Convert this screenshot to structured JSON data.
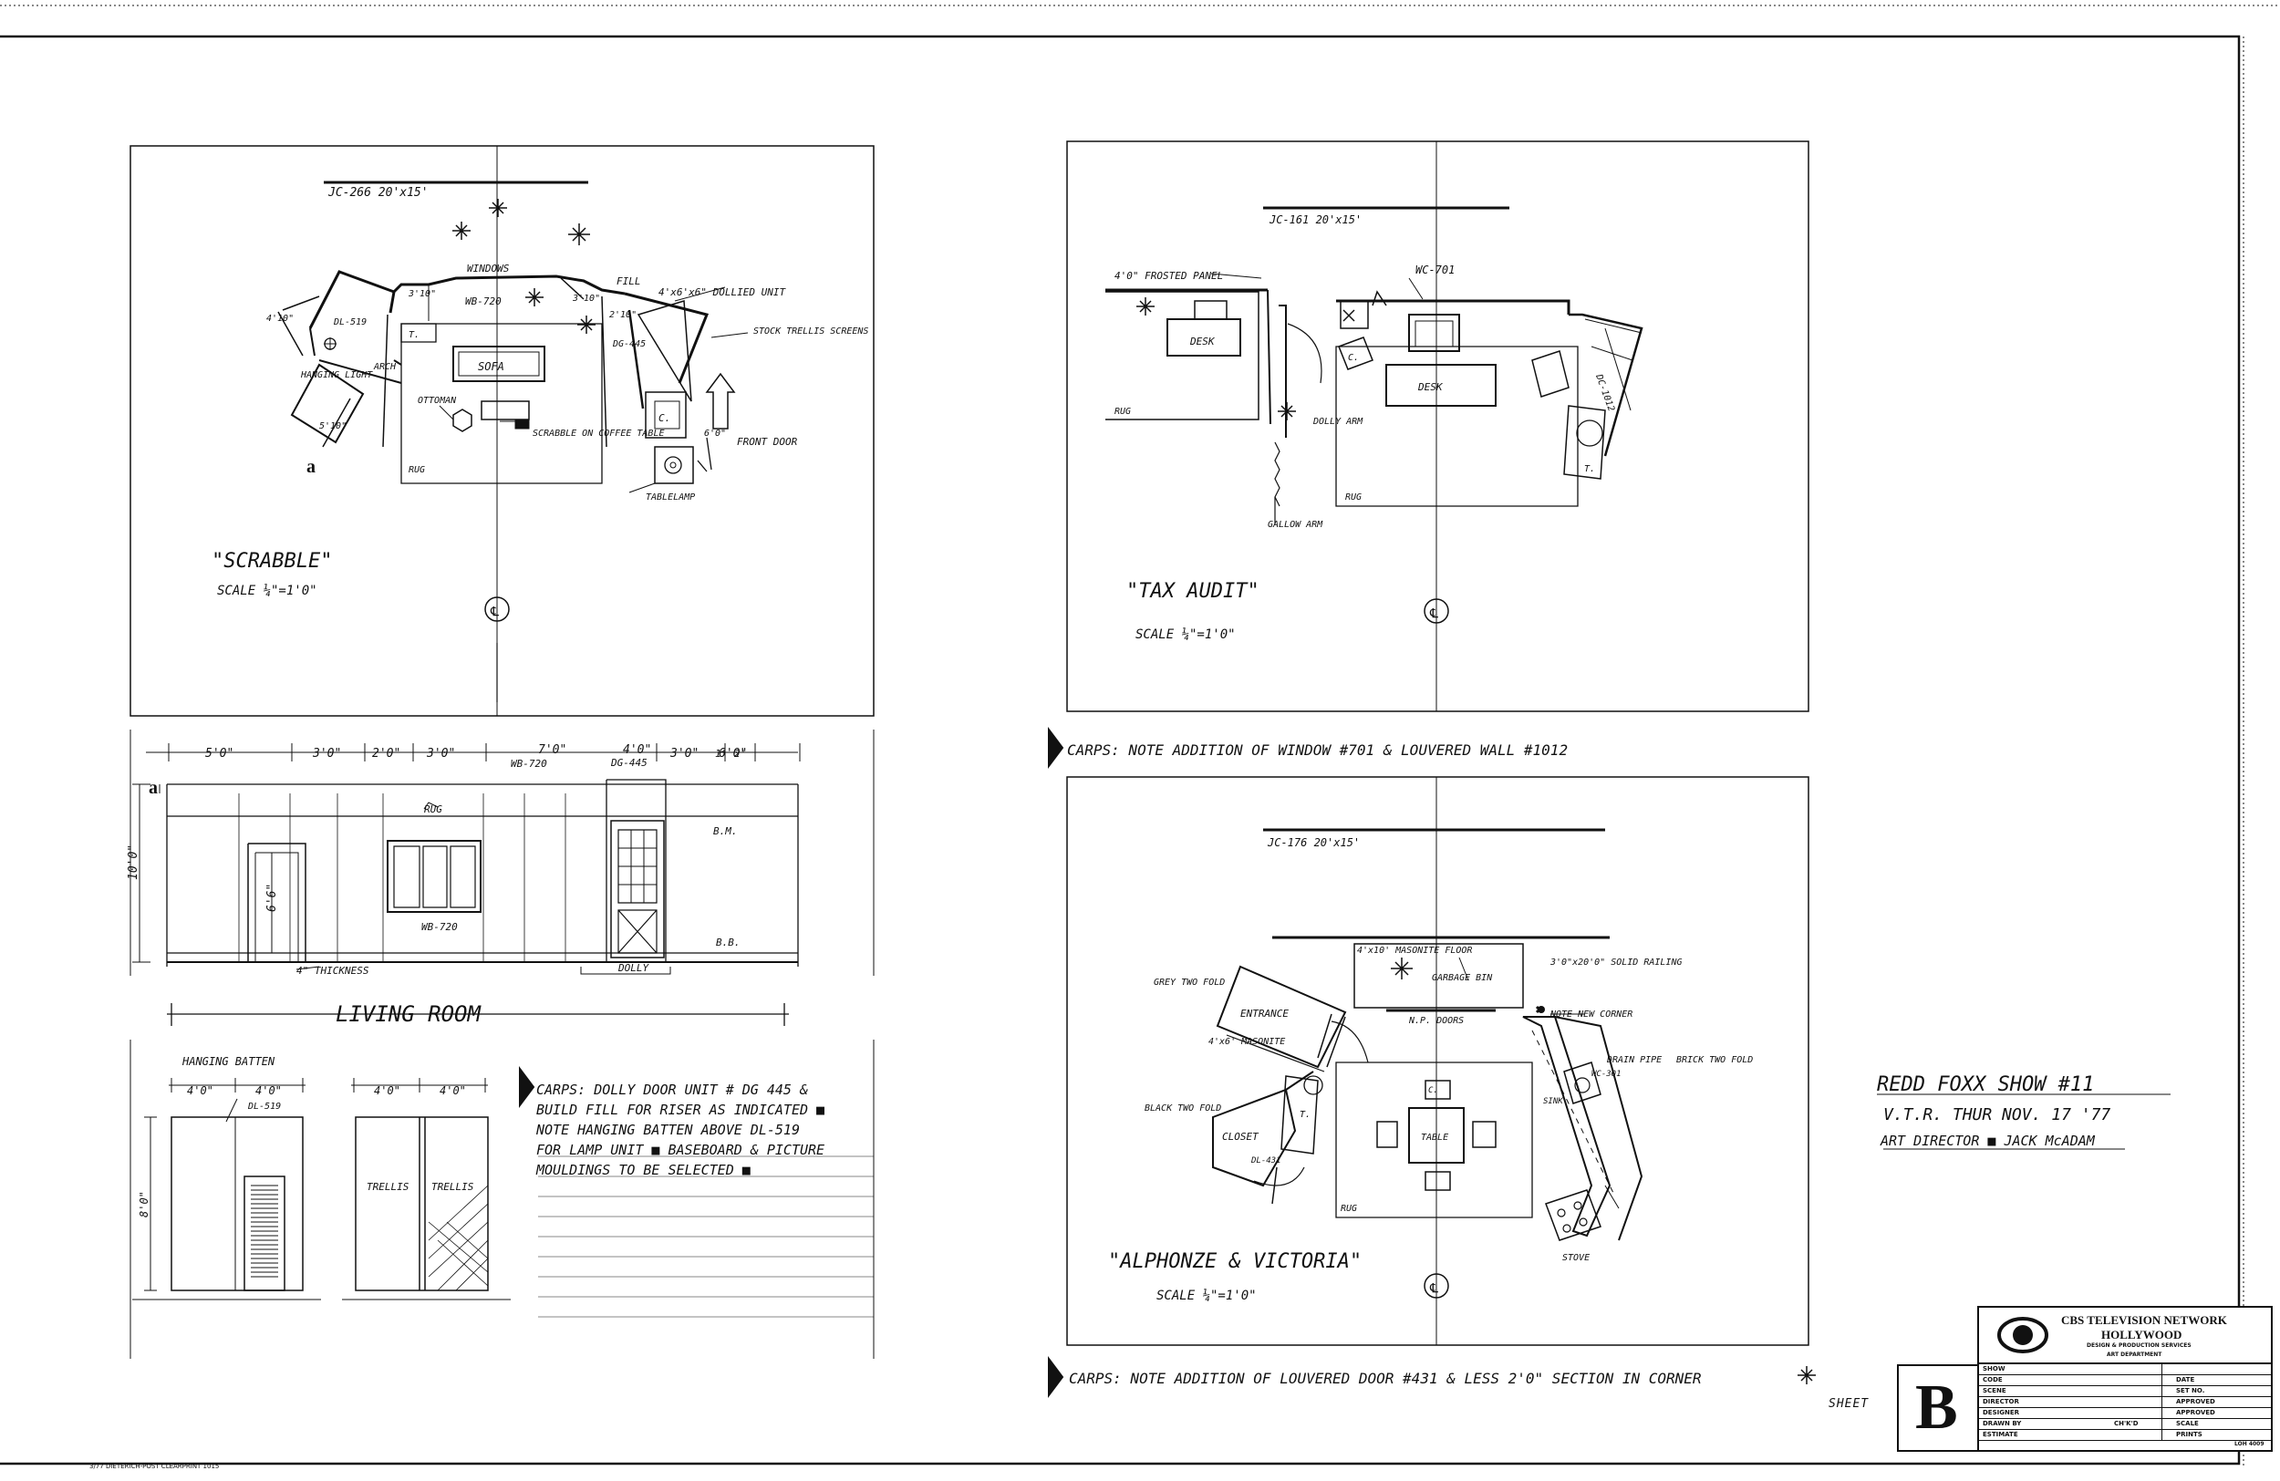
{
  "plans": {
    "scrabble": {
      "unit": "JC-266  20'x15'",
      "title": "\"SCRABBLE\"",
      "scale": "SCALE ¼\"=1'0\"",
      "labels": {
        "windows": "WINDOWS",
        "wb720": "WB-720",
        "fill": "FILL",
        "dolly_unit": "4'x6'x6\" DOLLIED UNIT",
        "stock_trellis": "STOCK TRELLIS SCREENS",
        "dl519": "DL-519",
        "hanging_light": "HANGING LIGHT",
        "arch": "ARCH",
        "sofa": "SOFA",
        "ottoman": "OTTOMAN",
        "scrabble_table": "SCRABBLE ON COFFEE TABLE",
        "rug": "RUG",
        "dg445": "DG-445",
        "front_door": "FRONT DOOR",
        "tablelamp": "TABLELAMP",
        "c": "C.",
        "t": "T.",
        "d310a": "3'10\"",
        "d310b": "3'10\"",
        "d210": "2'10\"",
        "d410": "4'10\"",
        "d510": "5'10\"",
        "d6": "6'0\"",
        "section_a": "a"
      }
    },
    "tax_audit": {
      "unit": "JC-161  20'x15'",
      "title": "\"TAX AUDIT\"",
      "scale": "SCALE ¼\"=1'0\"",
      "labels": {
        "frosted": "4'0\" FROSTED PANEL",
        "wc701": "WC-701",
        "desk1": "DESK",
        "desk2": "DESK",
        "rug1": "RUG",
        "rug2": "RUG",
        "dolly_arm": "DOLLY ARM",
        "gallow_arm": "GALLOW ARM",
        "dc1012": "DC-1012",
        "c": "C.",
        "t": "T."
      }
    },
    "alphonze": {
      "unit": "JC-176  20'x15'",
      "title": "\"ALPHONZE & VICTORIA\"",
      "scale": "SCALE ¼\"=1'0\"",
      "labels": {
        "masonite_floor": "4'x10' MASONITE FLOOR",
        "garbage": "GARBAGE BIN",
        "solid_railing": "3'0\"x20'0\" SOLID RAILING",
        "note_corner": "NOTE NEW CORNER",
        "np_doors": "N.P. DOORS",
        "grey_fold": "GREY TWO FOLD",
        "entrance": "ENTRANCE",
        "masonite": "4'x6' MASONITE",
        "black_fold": "BLACK TWO FOLD",
        "closet": "CLOSET",
        "dl431": "DL-431",
        "table": "TABLE",
        "rug": "RUG",
        "drain_pipe": "DRAIN PIPE",
        "brick_fold": "BRICK TWO FOLD",
        "sink": "SINK",
        "wc301": "WC-301",
        "stove": "STOVE",
        "c": "C.",
        "t": "T."
      }
    }
  },
  "elevation": {
    "title": "LIVING ROOM",
    "dims": [
      "5'0\"",
      "3'0\"",
      "2'0\"",
      "3'0\"",
      "7'0\"",
      "3'0\"",
      "1'",
      "2'",
      "4'0\"",
      "1'",
      "6'0\""
    ],
    "dim_labels": {
      "wb720": "WB-720",
      "dg445": "DG-445"
    },
    "height": "10'0\"",
    "door_height": "6'6\"",
    "thickness": "4\" THICKNESS",
    "rug": "RUG",
    "wb720": "WB-720",
    "bm": "B.M.",
    "bb": "B.B.",
    "dolly": "DOLLY",
    "section_a": "a"
  },
  "details": {
    "batten_title": "HANGING BATTEN",
    "batten_dims": [
      "4'0\"",
      "4'0\""
    ],
    "dl519": "DL-519",
    "batten_height": "8'0\"",
    "trellis_dims": [
      "4'0\"",
      "4'0\""
    ],
    "trellis": [
      "TRELLIS",
      "TRELLIS"
    ]
  },
  "notes": {
    "carps1": [
      "CARPS: DOLLY DOOR UNIT # DG 445 &",
      "BUILD FILL FOR RISER AS INDICATED ■",
      "NOTE HANGING BATTEN ABOVE DL-519",
      "FOR LAMP UNIT ■ BASEBOARD & PICTURE",
      "MOULDINGS TO BE SELECTED ■"
    ],
    "carps2": "CARPS: NOTE ADDITION OF WINDOW #701 & LOUVERED WALL #1012",
    "carps3": "CARPS: NOTE ADDITION OF LOUVERED DOOR #431 & LESS 2'0\" SECTION IN CORNER"
  },
  "show": {
    "name": "REDD FOXX SHOW #11",
    "vtr": "V.T.R. THUR NOV. 17 '77",
    "director": "ART DIRECTOR ■ JACK McADAM"
  },
  "title_block": {
    "org1": "CBS TELEVISION NETWORK",
    "org2": "HOLLYWOOD",
    "org3": "DESIGN & PRODUCTION SERVICES",
    "org4": "ART DEPARTMENT",
    "rows": [
      [
        "SHOW",
        ""
      ],
      [
        "CODE",
        "DATE"
      ],
      [
        "SCENE",
        "SET NO."
      ],
      [
        "DIRECTOR",
        "APPROVED"
      ],
      [
        "DESIGNER",
        "APPROVED"
      ],
      [
        "DRAWN BY",
        "CH'K'D",
        "SCALE"
      ],
      [
        "ESTIMATE",
        "PRINTS"
      ]
    ],
    "code": "LOH 4009",
    "sheet_label": "SHEET",
    "sheet_letter": "B"
  },
  "footer": {
    "print": "3/77  DIETERICH-POST  CLEARPRINT  1015"
  }
}
